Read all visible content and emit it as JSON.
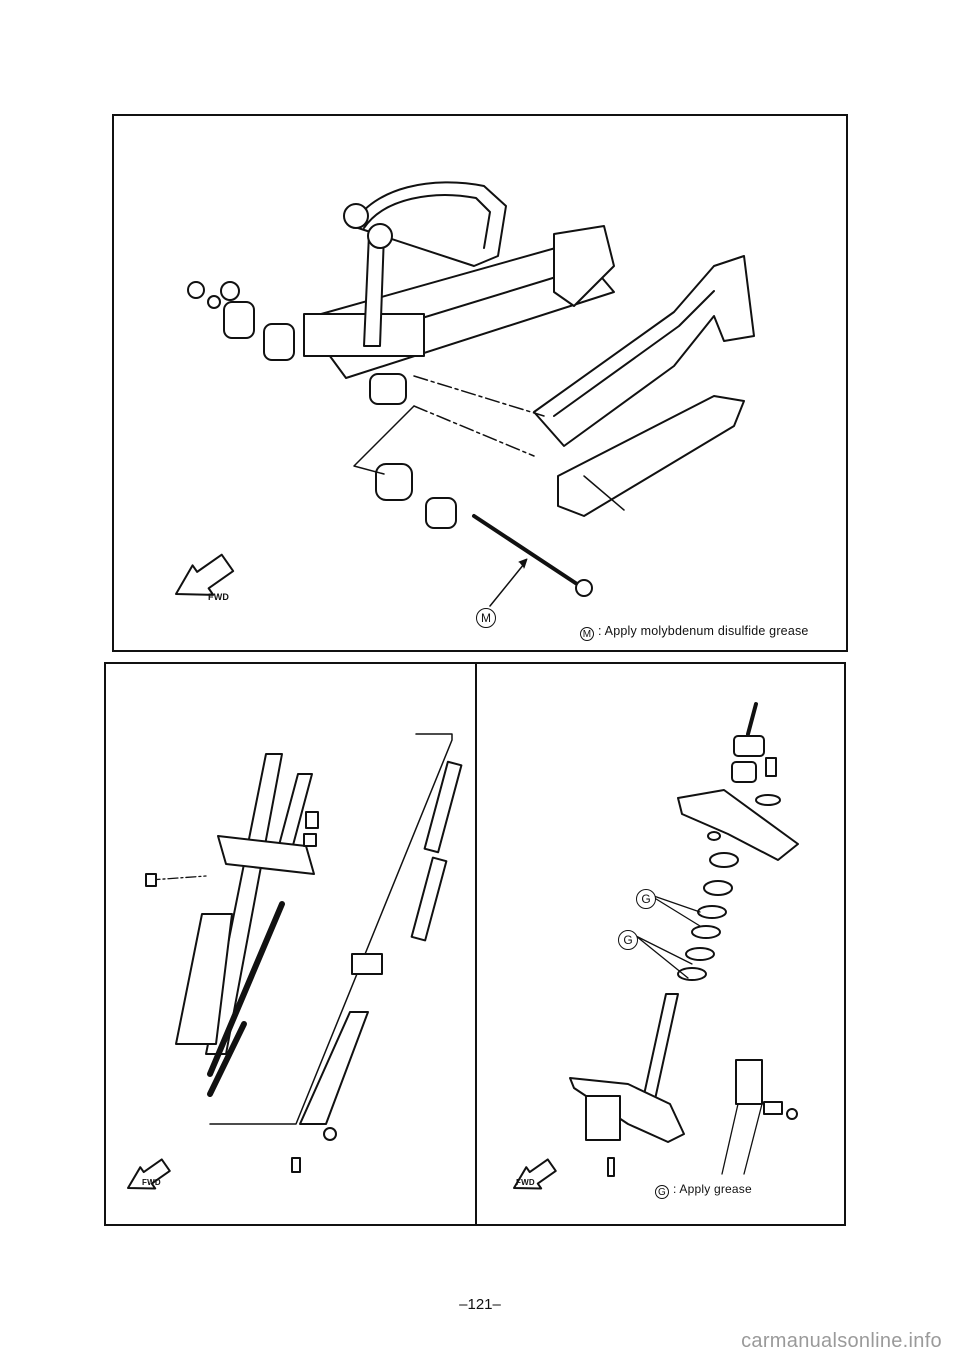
{
  "swingarm_figure": {
    "grease_symbol": "M",
    "grease_note": ": Apply molybdenum disulfide grease",
    "fwd_label": "FWD"
  },
  "front_fork_figure": {
    "fwd_label": "FWD"
  },
  "steering_figure": {
    "grease_symbol": "G",
    "grease_note": ": Apply grease",
    "fwd_label": "FWD"
  },
  "page_number": "–121–",
  "watermark": "carmanualsonline.info"
}
